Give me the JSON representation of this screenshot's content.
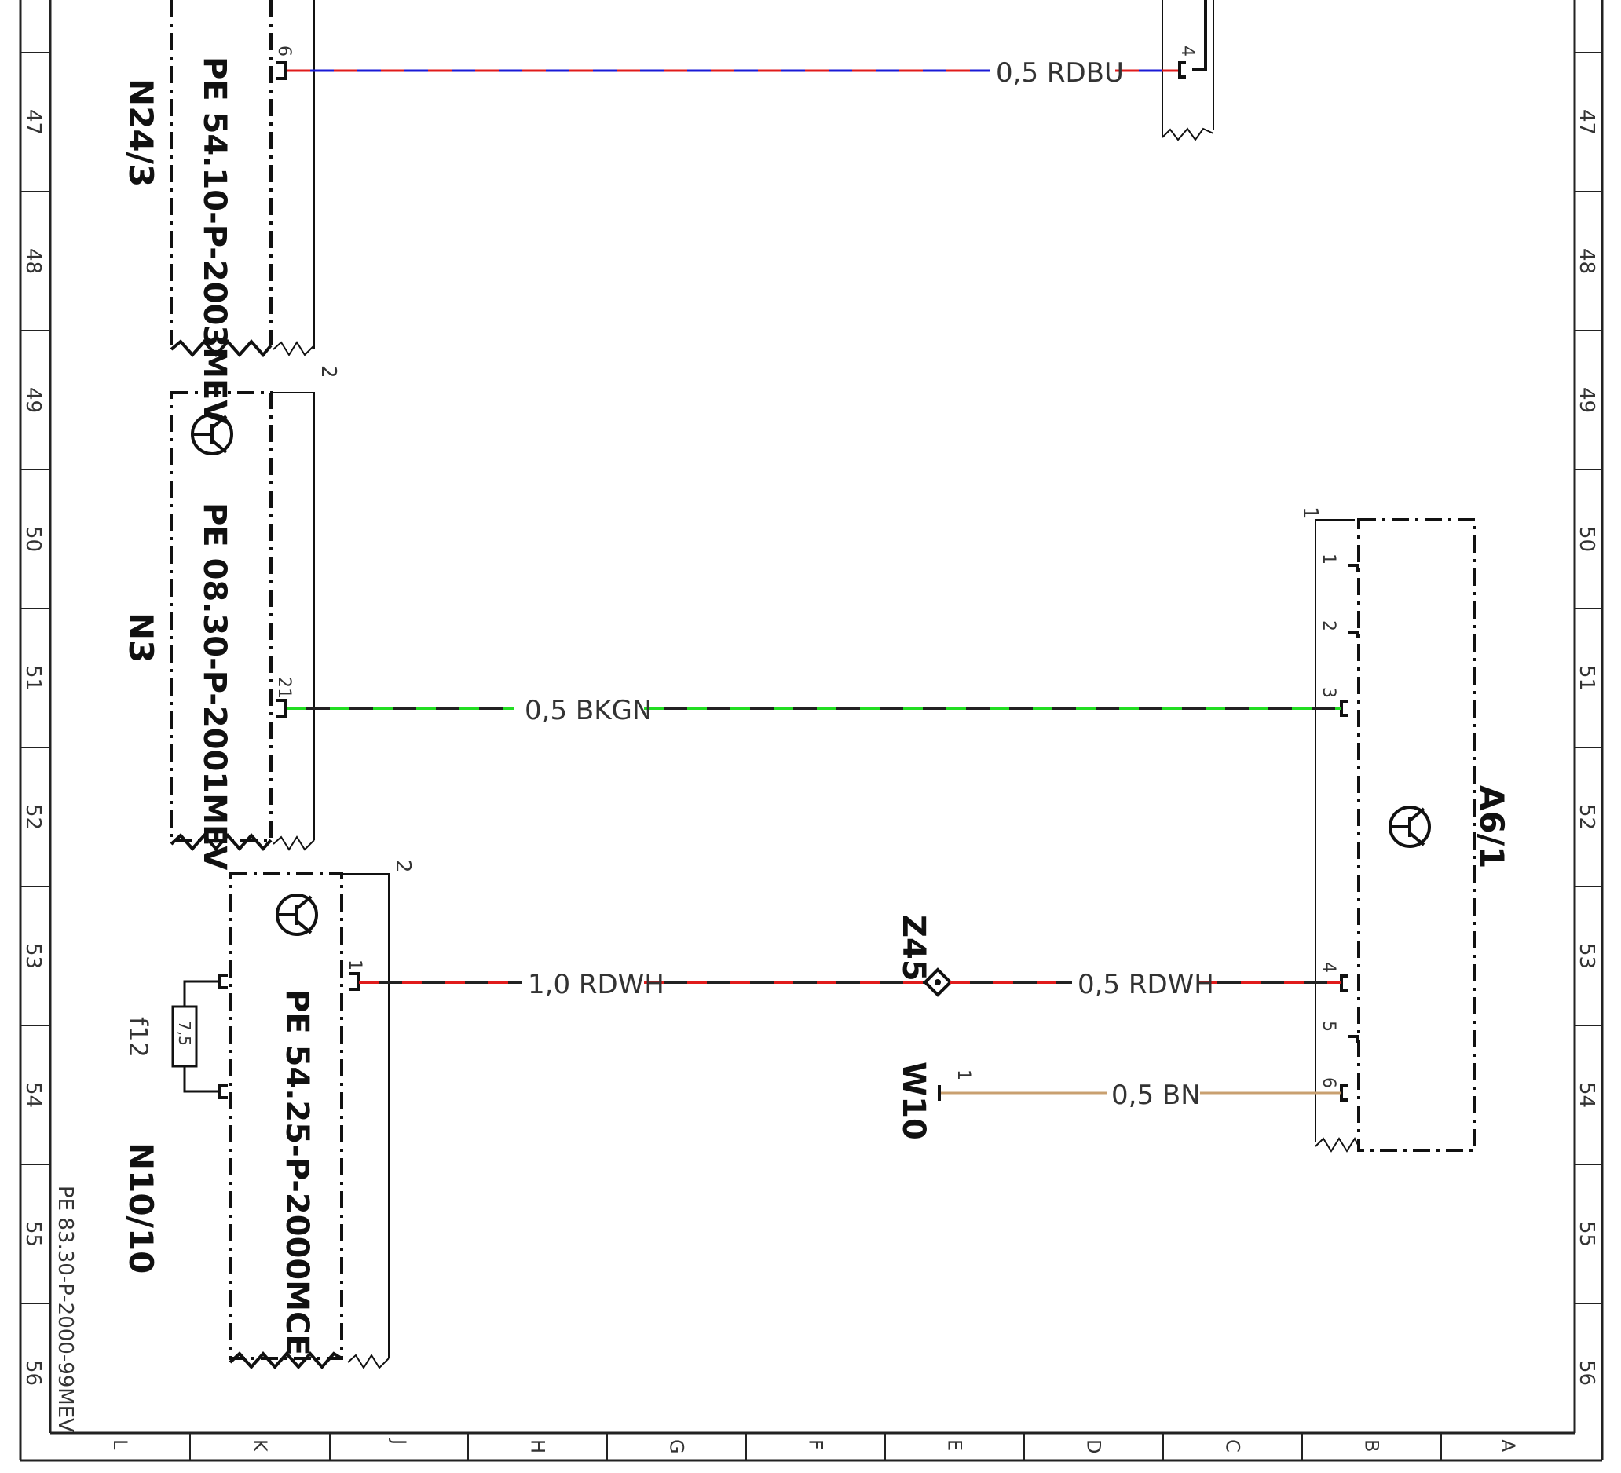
{
  "document_ref": "PE 83.30-P-2000-99MEV",
  "row_numbers": [
    "47",
    "48",
    "49",
    "50",
    "51",
    "52",
    "53",
    "54",
    "55",
    "56"
  ],
  "column_letters": [
    "L",
    "K",
    "J",
    "H",
    "G",
    "F",
    "E",
    "D",
    "C",
    "B",
    "A"
  ],
  "components": {
    "n24_3": {
      "code": "N24/3",
      "ref": "PE 54.10-P-2003MEV",
      "pin": "6"
    },
    "n3": {
      "code": "N3",
      "ref": "PE 08.30-P-2001MEV",
      "pin": "21",
      "connector": "2"
    },
    "n10_10": {
      "code": "N10/10",
      "ref": "PE 54.25-P-2000MCE",
      "pin": "1",
      "connector": "2"
    },
    "f12": {
      "code": "f12",
      "rating": "7,5"
    },
    "a6_1": {
      "code": "A6/1",
      "connector": "1",
      "pins": [
        "1",
        "2",
        "3",
        "4",
        "5",
        "6"
      ]
    },
    "top_right_connector": {
      "pin": "4"
    },
    "z45": {
      "code": "Z45"
    },
    "w10": {
      "code": "W10",
      "pin": "1"
    }
  },
  "wires": {
    "rdbu": {
      "label": "0,5 RDBU",
      "colors": [
        "#1a1ad6",
        "#e01b1b"
      ]
    },
    "bkgn": {
      "label": "0,5 BKGN",
      "colors": [
        "#222222",
        "#22dd22"
      ]
    },
    "rdwh_main": {
      "label": "1,0 RDWH",
      "colors": [
        "#222222",
        "#e01b1b"
      ]
    },
    "rdwh_branch": {
      "label": "0,5 RDWH",
      "colors": [
        "#222222",
        "#e01b1b"
      ]
    },
    "bn": {
      "label": "0,5 BN",
      "colors": [
        "#c9a070",
        "#c9a070"
      ]
    }
  }
}
